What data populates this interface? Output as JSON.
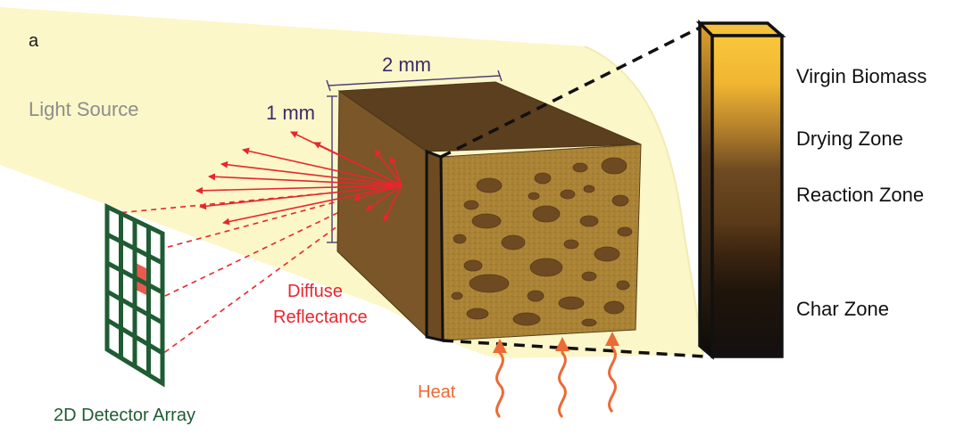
{
  "panel_letter": "a",
  "labels": {
    "light_source": "Light Source",
    "width_dim": "2 mm",
    "height_dim": "1 mm",
    "diffuse_line1": "Diffuse",
    "diffuse_line2": "Reflectance",
    "heat": "Heat",
    "detector": "2D Detector Array"
  },
  "zones": [
    "Virgin Biomass",
    "Drying Zone",
    "Reaction Zone",
    "Char Zone"
  ],
  "colors": {
    "beam": "#fbf7c8",
    "block_top": "#5c3f1e",
    "block_side": "#7a5628",
    "block_front": "#a98235",
    "pore": "#6e4a22",
    "ray": "#e8262d",
    "heat": "#ec6a35",
    "detector": "#1f5c33"
  }
}
